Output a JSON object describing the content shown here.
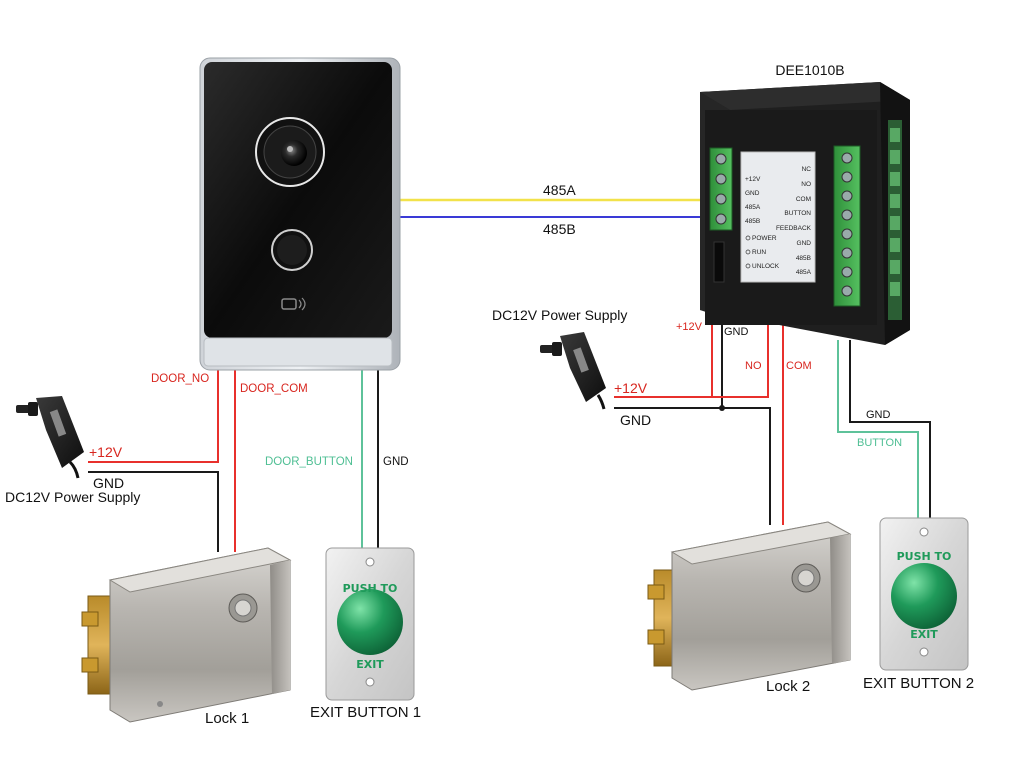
{
  "colors": {
    "red_wire": "#e8302c",
    "black_wire": "#1a1a1a",
    "green_wire": "#5ec29a",
    "yellow_wire": "#f2e24a",
    "blue_wire": "#3a3ad6",
    "red_text": "#d8261f",
    "green_text": "#4fbf94",
    "button_green": "#1f9a5a"
  },
  "labels": {
    "module_title": "DEE1010B",
    "bus_485a": "485A",
    "bus_485b": "485B",
    "door_no": "DOOR_NO",
    "door_com": "DOOR_COM",
    "door_button": "DOOR_BUTTON",
    "gnd_vto": "GND",
    "psu_left_title": "DC12V Power Supply",
    "psu_left_12v": "+12V",
    "psu_left_gnd": "GND",
    "psu_right_title": "DC12V Power Supply",
    "psu_right_12v": "+12V",
    "psu_right_gnd": "GND",
    "mod_12v": "+12V",
    "mod_gnd": "GND",
    "mod_no": "NO",
    "mod_com": "COM",
    "mod_gnd_right": "GND",
    "mod_button": "BUTTON",
    "lock1": "Lock 1",
    "lock2": "Lock 2",
    "exit1": "EXIT BUTTON 1",
    "exit2": "EXIT BUTTON 2",
    "push_to": "PUSH TO",
    "exit": "EXIT"
  },
  "module_panel": {
    "left_terms": [
      "+12V",
      "GND",
      "485A",
      "485B"
    ],
    "leds": [
      "POWER",
      "RUN",
      "UNLOCK"
    ],
    "right_terms": [
      "NC",
      "NO",
      "COM",
      "BUTTON",
      "FEEDBACK",
      "GND",
      "485B",
      "485A"
    ]
  },
  "icons": {
    "camera": "camera-lens-icon",
    "call_button": "call-button-icon",
    "card_reader": "card-reader-icon"
  }
}
